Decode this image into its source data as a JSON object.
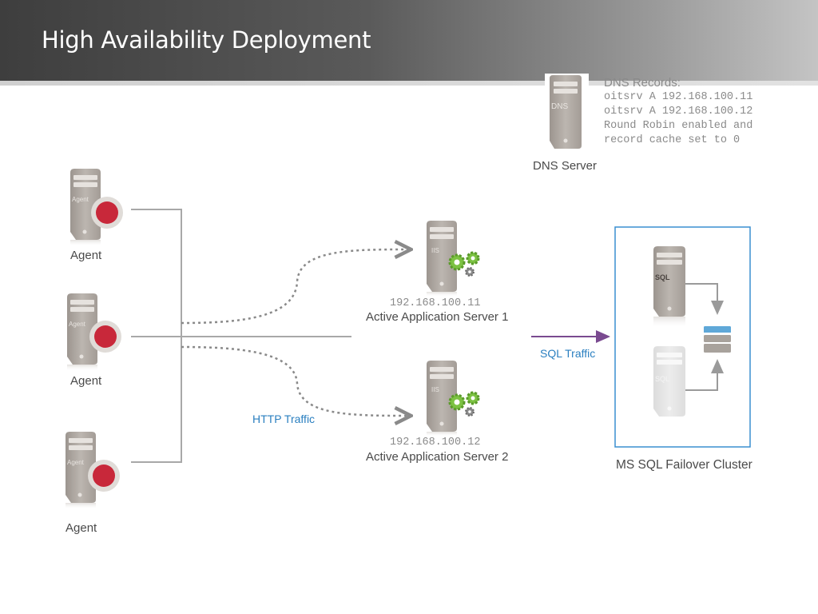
{
  "title": "High Availability Deployment",
  "dns": {
    "server_label": "DNS Server",
    "icon_text": "DNS",
    "records_heading": "DNS Records:",
    "records": [
      "oitsrv A 192.168.100.11",
      "oitsrv A 192.168.100.12",
      "Round Robin enabled and",
      "record cache set to 0"
    ]
  },
  "agents": [
    {
      "label": "Agent",
      "icon_text": "Agent"
    },
    {
      "label": "Agent",
      "icon_text": "Agent"
    },
    {
      "label": "Agent",
      "icon_text": "Agent"
    }
  ],
  "app_servers": [
    {
      "ip": "192.168.100.11",
      "label": "Active Application Server 1",
      "icon_text": "IIS"
    },
    {
      "ip": "192.168.100.12",
      "label": "Active Application Server 2",
      "icon_text": "IIS"
    }
  ],
  "http_traffic_label": "HTTP Traffic",
  "sql_traffic_label": "SQL Traffic",
  "sql_cluster": {
    "label": "MS SQL Failover Cluster",
    "nodes": [
      {
        "icon_text": "SQL",
        "state": "active"
      },
      {
        "icon_text": "SQL",
        "state": "passive"
      }
    ]
  },
  "colors": {
    "server_gray": "#b0aaa4",
    "agent_red": "#c8283a",
    "gear_green": "#7cc242",
    "http_blue": "#2a7fc0",
    "sql_arrow": "#7a4a90",
    "cluster_border": "#3a8fd0"
  }
}
